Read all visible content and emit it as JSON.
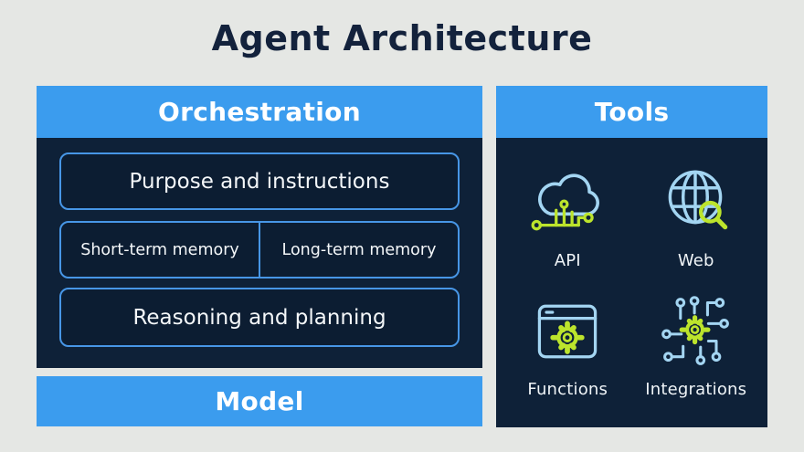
{
  "title": "Agent Architecture",
  "colors": {
    "background": "#E5E7E4",
    "header_blue": "#3B9CEE",
    "panel_navy": "#0E2138",
    "box_border_blue": "#4796E6",
    "title_navy": "#13223C",
    "icon_light_blue": "#A3D5F2",
    "icon_lime_green": "#BCE42C",
    "text_white": "#FFFFFF"
  },
  "orchestration": {
    "header": "Orchestration",
    "boxes": {
      "purpose": "Purpose and instructions",
      "short_memory": "Short-term memory",
      "long_memory": "Long-term memory",
      "reasoning": "Reasoning and planning"
    }
  },
  "model": {
    "label": "Model"
  },
  "tools": {
    "header": "Tools",
    "items": [
      {
        "icon": "cloud-api-icon",
        "label": "API"
      },
      {
        "icon": "globe-search-icon",
        "label": "Web"
      },
      {
        "icon": "browser-gear-icon",
        "label": "Functions"
      },
      {
        "icon": "circuit-gear-icon",
        "label": "Integrations"
      }
    ]
  }
}
